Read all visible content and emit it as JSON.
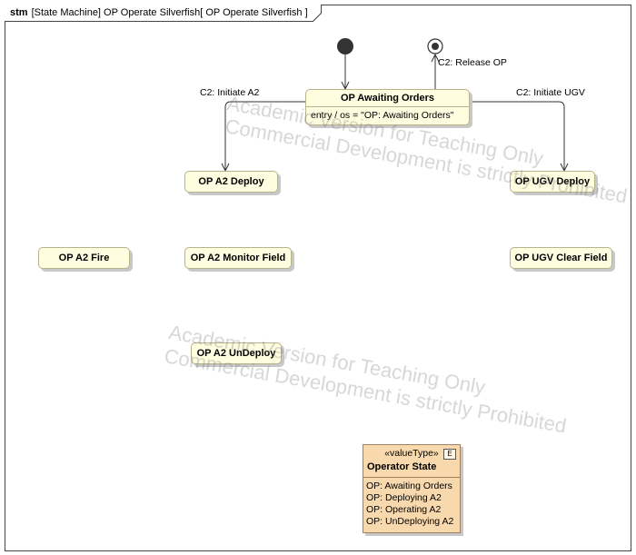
{
  "frame": {
    "keyword": "stm",
    "title": "[State Machine] OP Operate Silverfish[ OP Operate Silverfish ]"
  },
  "states": {
    "awaiting": {
      "name": "OP Awaiting Orders",
      "entry": "entry / os = \"OP: Awaiting Orders\""
    },
    "a2_deploy": {
      "name": "OP A2 Deploy"
    },
    "ugv_deploy": {
      "name": "OP UGV Deploy"
    },
    "a2_fire": {
      "name": "OP A2 Fire"
    },
    "a2_monitor": {
      "name": "OP A2 Monitor Field"
    },
    "ugv_clear": {
      "name": "OP UGV Clear Field"
    },
    "a2_undeploy": {
      "name": "OP A2 UnDeploy"
    }
  },
  "transitions": {
    "release": "C2: Release OP",
    "initiate_a2": "C2: Initiate A2",
    "initiate_ugv": "C2: Initiate UGV"
  },
  "value_type": {
    "stereotype": "«valueType»",
    "name": "Operator State",
    "icon": "E",
    "literals": [
      "OP: Awaiting Orders",
      "OP: Deploying A2",
      "OP: Operating A2",
      "OP: UnDeploying A2"
    ]
  },
  "watermark": {
    "line1": "Academic Version for Teaching Only",
    "line2": "Commercial Development is strictly Prohibited"
  }
}
